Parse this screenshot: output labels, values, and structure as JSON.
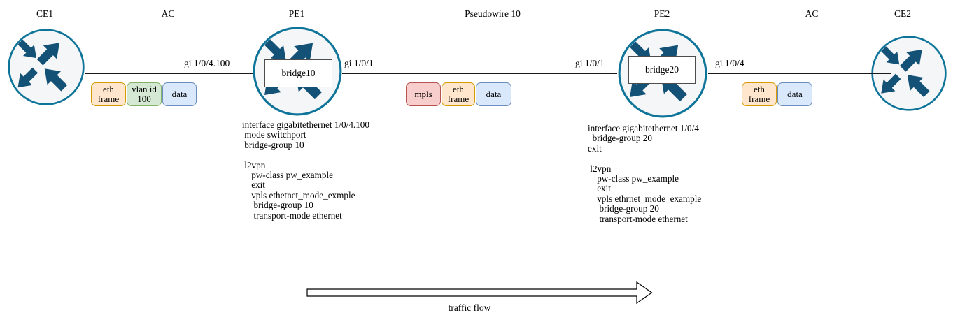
{
  "diagram": {
    "labels": {
      "ce1": "CE1",
      "ac_left": "AC",
      "pe1": "PE1",
      "pseudowire": "Pseudowire 10",
      "pe2": "PE2",
      "ac_right": "AC",
      "ce2": "CE2"
    },
    "bridges": {
      "pe1": "bridge10",
      "pe2": "bridge20"
    },
    "interfaces": {
      "ce1_pe1": "gi 1/0/4.100",
      "pe1_right": "gi 1/0/1",
      "pe2_left": "gi 1/0/1",
      "pe2_right": "gi 1/0/4"
    },
    "frames": {
      "ac_left": [
        {
          "type": "eth-frame",
          "label": "eth\nframe"
        },
        {
          "type": "vlan-tag",
          "label": "vlan id\n100"
        },
        {
          "type": "data",
          "label": "data"
        }
      ],
      "pseudowire": [
        {
          "type": "mpls",
          "label": "mpls"
        },
        {
          "type": "eth-frame",
          "label": "eth\nframe"
        },
        {
          "type": "data",
          "label": "data"
        }
      ],
      "ac_right": [
        {
          "type": "eth-frame",
          "label": "eth\nframe"
        },
        {
          "type": "data",
          "label": "data"
        }
      ]
    },
    "configs": {
      "pe1": "interface gigabitethernet 1/0/4.100\n mode switchport\n bridge-group 10\n\n l2vpn\n    pw-class pw_example\n    exit\n    vpls ethetnet_mode_exmple\n     bridge-group 10\n     transport-mode ethernet",
      "pe2": "interface gigabitethernet 1/0/4\n  bridge-group 20\nexit\n\n l2vpn\n    pw-class pw_example\n    exit\n    vpls ethrnet_mode_example\n     bridge-group 20\n     transport-mode ethernet"
    },
    "traffic_flow": "traffic flow",
    "colors": {
      "router_fill": "#f5f6f7",
      "router_stroke": "#0e7499",
      "router_arrow": "#135276",
      "eth_frame_fill": "#ffe6cc",
      "eth_frame_stroke": "#d79b00",
      "vlan_fill": "#d5e8d4",
      "vlan_stroke": "#82b366",
      "data_fill": "#dae8fc",
      "data_stroke": "#6c8ebf",
      "mpls_fill": "#f8cecc",
      "mpls_stroke": "#b85450"
    }
  }
}
